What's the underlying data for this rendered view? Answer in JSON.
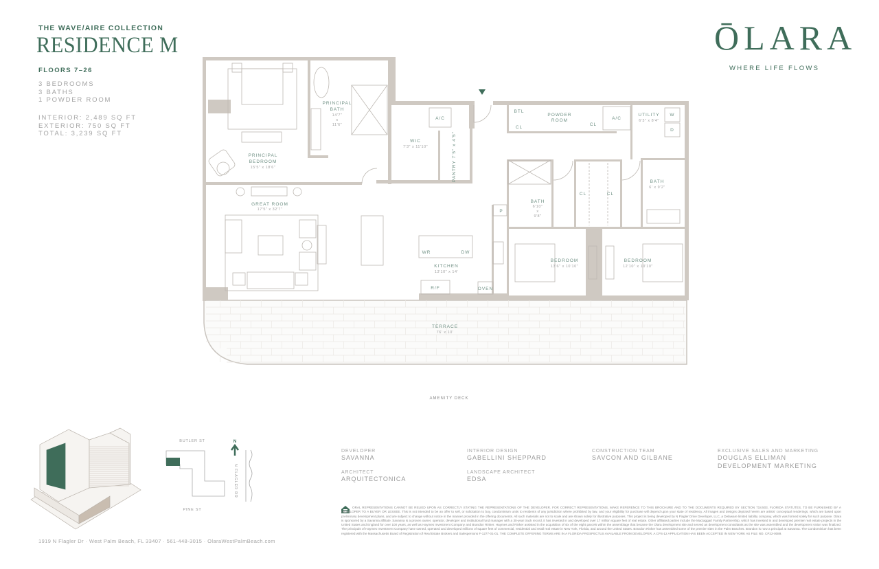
{
  "header": {
    "collection": "THE WAVE/AIRE COLLECTION",
    "residence": "RESIDENCE M",
    "floors": "FLOORS 7–26",
    "rooms_summary": [
      "3 BEDROOMS",
      "3 BATHS",
      "1 POWDER ROOM"
    ],
    "areas": [
      "INTERIOR: 2,489 SQ FT",
      "EXTERIOR: 750 SQ FT",
      "TOTAL: 3,239 SQ FT"
    ]
  },
  "brand": {
    "logo": "ŌLARA",
    "tagline": "WHERE LIFE FLOWS",
    "color": "#3f6d5a"
  },
  "plan": {
    "principal_bedroom": [
      "PRINCIPAL",
      "BEDROOM",
      "15'5\" x 18'6\""
    ],
    "principal_bath": [
      "PRINCIPAL",
      "BATH",
      "14'7\"",
      "x",
      "11'6\""
    ],
    "wic": [
      "WIC",
      "7'3\" x 11'10\""
    ],
    "pantry": "PANTRY  7'5\" x 4'5\"",
    "ac": "A/C",
    "btl": "BTL",
    "cl": "CL",
    "powder_room": [
      "POWDER",
      "ROOM"
    ],
    "utility": [
      "UTILITY",
      "6'3\" x 8'4\""
    ],
    "washer": "W",
    "dryer": "D",
    "bath_2": [
      "BATH",
      "6'10\"",
      "x",
      "9'8\""
    ],
    "bath_3": [
      "BATH",
      "6' x 9'2\""
    ],
    "bedroom_2": [
      "BEDROOM",
      "13'6\" x 10'10\""
    ],
    "bedroom_3": [
      "BEDROOM",
      "12'10\" x 10'10\""
    ],
    "great_room": [
      "GREAT ROOM",
      "17'5\" x 32'7\""
    ],
    "kitchen": [
      "KITCHEN",
      "13'10\" x 14'"
    ],
    "wine_fridge": "WR",
    "dishwasher": "DW",
    "fridge": "R/F",
    "oven": "OVEN",
    "pantry_cab": "P",
    "terrace": [
      "TERRACE",
      "76' x 10'"
    ],
    "amenity_deck": "AMENITY DECK"
  },
  "site_map": {
    "north": "N",
    "top_street": "BUTLER ST",
    "bottom_street": "PINE ST",
    "side_street": "N FLAGLER DR",
    "highlight_color": "#3f6d5a"
  },
  "credits": [
    {
      "label": "DEVELOPER",
      "value": [
        "SAVANNA"
      ]
    },
    {
      "label": "ARCHITECT",
      "value": [
        "ARQUITECTONICA"
      ]
    },
    {
      "label": "INTERIOR DESIGN",
      "value": [
        "GABELLINI SHEPPARD"
      ]
    },
    {
      "label": "LANDSCAPE ARCHITECT",
      "value": [
        "EDSA"
      ]
    },
    {
      "label": "CONSTRUCTION TEAM",
      "value": [
        "SAVCON AND GILBANE"
      ]
    },
    {
      "label": "EXCLUSIVE SALES AND MARKETING",
      "value": [
        "DOUGLAS ELLIMAN",
        "DEVELOPMENT MARKETING"
      ]
    }
  ],
  "disclaimer": "ORAL REPRESENTATIONS CANNOT BE RELIED UPON AS CORRECTLY STATING THE REPRESENTATIONS OF THE DEVELOPER. FOR CORRECT REPRESENTATIONS, MAKE REFERENCE TO THIS BROCHURE AND TO THE DOCUMENTS REQUIRED BY SECTION 718.503, FLORIDA STATUTES, TO BE FURNISHED BY A DEVELOPER TO A BUYER OR LESSEE. This is not intended to be an offer to sell, or solicitation to buy, condominium units to residents of any jurisdiction where prohibited by law, and your eligibility for purchase will depend upon your state of residency. All images and designs depicted herein are artists' conceptual renderings, which are based upon preliminary development plans, and are subject to change without notice in the manner provided in the offering documents. All such materials are not to scale and are shown solely for illustrative purposes. This project is being developed by N Flagler Drive Developer, LLC, a Delaware limited liability company, which was formed solely for such purpose. Olara is sponsored by a Savanna affiliate. Savanna is a proven owner, operator, developer and institutional fund manager with a 30-year track record, it has invested in and developed over 17 million square feet of real estate. Other affiliated parties include the Mactaggart Family Partnership, which has invested in and developed premier real estate projects in the United States and England for over 100 years, as well as Haymes Investment Company and Brandon Rinker. Haymes and Rinker assisted in the acquisition of six of the eight parcels within the assemblage that became the Olara development site and served as development consultants as the site was assembled and the development vision was finalized. The principals of Haymes Investment Company have owned, operated and developed millions of square feet of commercial, residential and retail real estate in New York, Florida, and around the United States. Brandon Rinker has assembled some of the premier sites in the Palm Beaches. Brandon is now a principal at Savanna. The Condominium has been registered with the Massachusetts Board of Registration of Real Estate Brokers and Salespersons F-1277-01-01. THE COMPLETE OFFERING TERMS ARE IN A FLORIDA PROSPECTUS AVAILABLE FROM DEVELOPER. A CPS-12 APPLICATION HAS BEEN ACCEPTED IN NEW YORK AS FILE NO. CP22-0089.",
  "footer": "1919 N Flagler Dr  ·  West Palm Beach, FL 33407  ·  561-448-3015  ·  OlaraWestPalmBeach.com"
}
